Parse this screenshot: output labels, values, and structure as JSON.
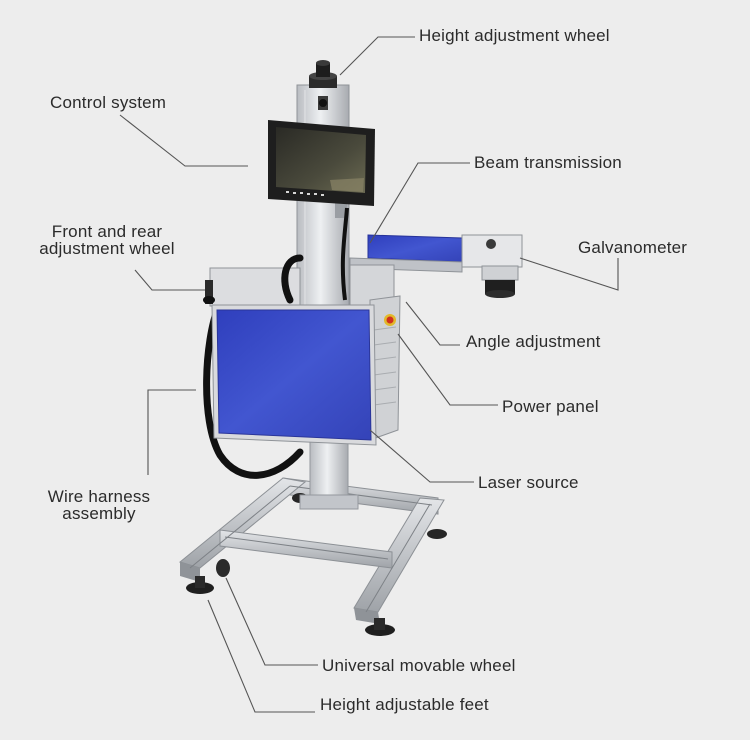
{
  "colors": {
    "background": "#ededed",
    "panel_blue": "#3d4fc4",
    "frame_aluminium": "#c9ccd1",
    "callout_line": "#555555",
    "label_text": "#2b2b2b"
  },
  "labels": {
    "height_adjustment_wheel": "Height adjustment wheel",
    "control_system": "Control system",
    "beam_transmission": "Beam transmission",
    "front_rear_line1": "Front and rear",
    "front_rear_line2": "adjustment wheel",
    "galvanometer": "Galvanometer",
    "angle_adjustment": "Angle adjustment",
    "power_panel": "Power panel",
    "wire_harness_line1": "Wire harness",
    "wire_harness_line2": "assembly",
    "laser_source": "Laser source",
    "universal_movable_wheel": "Universal movable wheel",
    "height_adjustable_feet": "Height adjustable feet"
  }
}
